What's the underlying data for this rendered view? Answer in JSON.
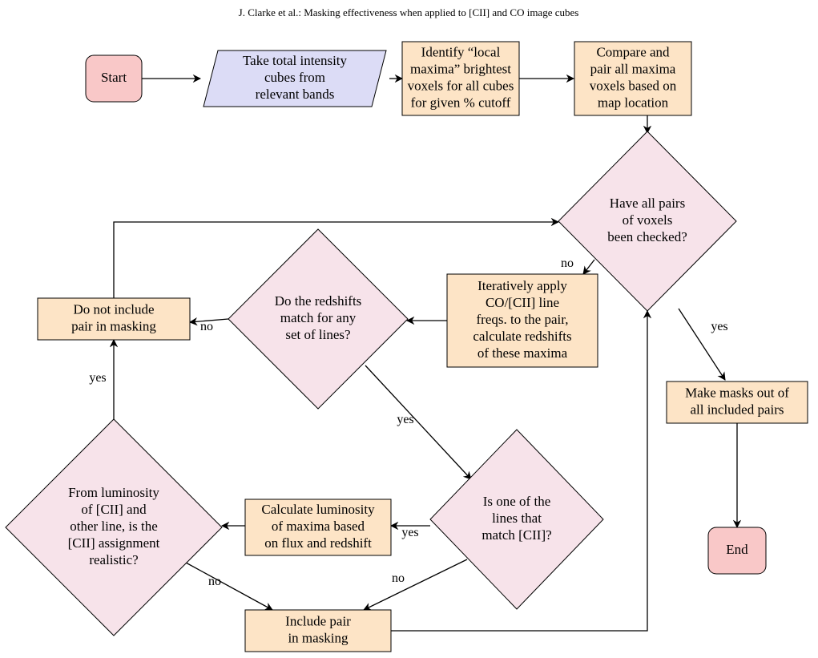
{
  "header": {
    "running_title": "J. Clarke et al.: Masking effectiveness when applied to [CII] and CO image cubes"
  },
  "colors": {
    "terminal_fill": "#f9c8c8",
    "io_fill": "#dcdcf6",
    "process_fill": "#fde4c6",
    "decision_fill": "#f7e3ea",
    "stroke": "#000000"
  },
  "flowchart": {
    "nodes": [
      {
        "id": "start",
        "shape": "terminal",
        "lines": [
          "Start"
        ]
      },
      {
        "id": "take_cubes",
        "shape": "io",
        "lines": [
          "Take total intensity",
          "cubes from",
          "relevant bands"
        ]
      },
      {
        "id": "identify_maxima",
        "shape": "process",
        "lines": [
          "Identify “local",
          "maxima” brightest",
          "voxels for all cubes",
          "for given % cutoff"
        ]
      },
      {
        "id": "compare_pair",
        "shape": "process",
        "lines": [
          "Compare and",
          "pair all maxima",
          "voxels based on",
          "map location"
        ]
      },
      {
        "id": "all_checked",
        "shape": "decision",
        "lines": [
          "Have all pairs",
          "of voxels",
          "been checked?"
        ]
      },
      {
        "id": "apply_freqs",
        "shape": "process",
        "lines": [
          "Iteratively apply",
          "CO/[CII] line",
          "freqs. to the pair,",
          "calculate redshifts",
          "of these maxima"
        ]
      },
      {
        "id": "redshifts_match",
        "shape": "decision",
        "lines": [
          "Do the redshifts",
          "match for any",
          "set of lines?"
        ]
      },
      {
        "id": "not_include",
        "shape": "process",
        "lines": [
          "Do not include",
          "pair in masking"
        ]
      },
      {
        "id": "make_masks",
        "shape": "process",
        "lines": [
          "Make masks out of",
          "all included pairs"
        ]
      },
      {
        "id": "end",
        "shape": "terminal",
        "lines": [
          "End"
        ]
      },
      {
        "id": "is_cii",
        "shape": "decision",
        "lines": [
          "Is one of the",
          "lines that",
          "match [CII]?"
        ]
      },
      {
        "id": "calc_lum",
        "shape": "process",
        "lines": [
          "Calculate luminosity",
          "of maxima based",
          "on flux and redshift"
        ]
      },
      {
        "id": "realistic",
        "shape": "decision",
        "lines": [
          "From luminosity",
          "of [CII] and",
          "other line, is the",
          "[CII] assignment",
          "realistic?"
        ]
      },
      {
        "id": "include_pair",
        "shape": "process",
        "lines": [
          "Include pair",
          "in masking"
        ]
      }
    ],
    "edges": [
      {
        "from": "start",
        "to": "take_cubes",
        "label": ""
      },
      {
        "from": "take_cubes",
        "to": "identify_maxima",
        "label": ""
      },
      {
        "from": "identify_maxima",
        "to": "compare_pair",
        "label": ""
      },
      {
        "from": "compare_pair",
        "to": "all_checked",
        "label": ""
      },
      {
        "from": "all_checked",
        "to": "apply_freqs",
        "label": "no"
      },
      {
        "from": "all_checked",
        "to": "make_masks",
        "label": "yes"
      },
      {
        "from": "apply_freqs",
        "to": "redshifts_match",
        "label": ""
      },
      {
        "from": "redshifts_match",
        "to": "not_include",
        "label": "no"
      },
      {
        "from": "redshifts_match",
        "to": "is_cii",
        "label": "yes"
      },
      {
        "from": "not_include",
        "to": "all_checked",
        "label": ""
      },
      {
        "from": "is_cii",
        "to": "calc_lum",
        "label": "yes"
      },
      {
        "from": "is_cii",
        "to": "include_pair",
        "label": "no"
      },
      {
        "from": "calc_lum",
        "to": "realistic",
        "label": ""
      },
      {
        "from": "realistic",
        "to": "not_include",
        "label": "yes"
      },
      {
        "from": "realistic",
        "to": "include_pair",
        "label": "no"
      },
      {
        "from": "include_pair",
        "to": "all_checked",
        "label": ""
      },
      {
        "from": "make_masks",
        "to": "end",
        "label": ""
      }
    ]
  }
}
